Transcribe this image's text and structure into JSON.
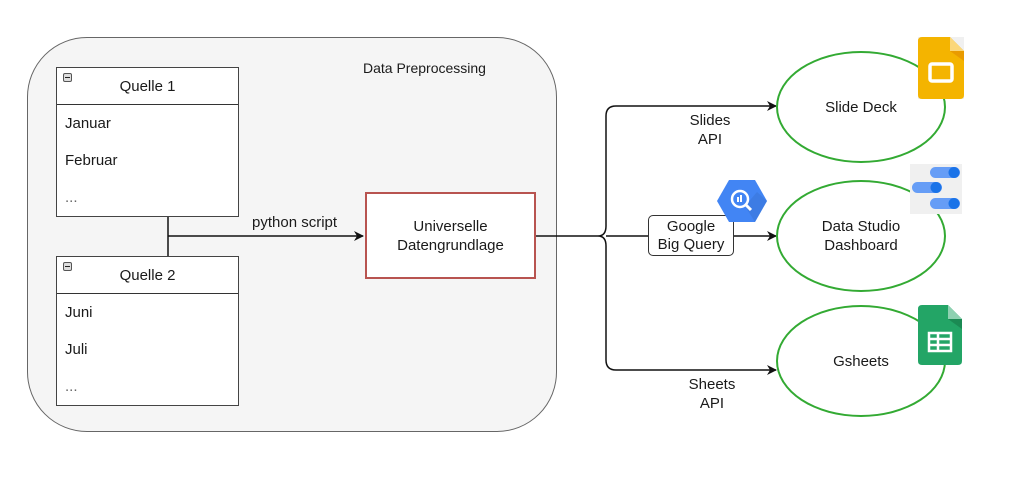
{
  "group": {
    "title": "Data Preprocessing"
  },
  "sources": [
    {
      "title": "Quelle 1",
      "rows": [
        "Januar",
        "Februar",
        "..."
      ]
    },
    {
      "title": "Quelle 2",
      "rows": [
        "Juni",
        "Juli",
        "..."
      ]
    }
  ],
  "edges": {
    "python": "python script",
    "slides_line1": "Slides",
    "slides_line2": "API",
    "bq_line1": "Google",
    "bq_line2": "Big Query",
    "sheets_line1": "Sheets",
    "sheets_line2": "API"
  },
  "center": {
    "line1": "Universelle",
    "line2": "Datengrundlage"
  },
  "targets": {
    "slides": {
      "line1": "Slide Deck",
      "icon": "google-slides-icon"
    },
    "studio": {
      "line1": "Data Studio",
      "line2": "Dashboard",
      "icon": "data-studio-icon"
    },
    "sheets": {
      "line1": "Gsheets",
      "icon": "google-sheets-icon"
    }
  },
  "colors": {
    "center_border": "#b85450",
    "ellipse_border": "#33aa33",
    "slides_yellow": "#f4b400",
    "sheets_green": "#23a566",
    "bigquery_blue": "#4285f4"
  }
}
